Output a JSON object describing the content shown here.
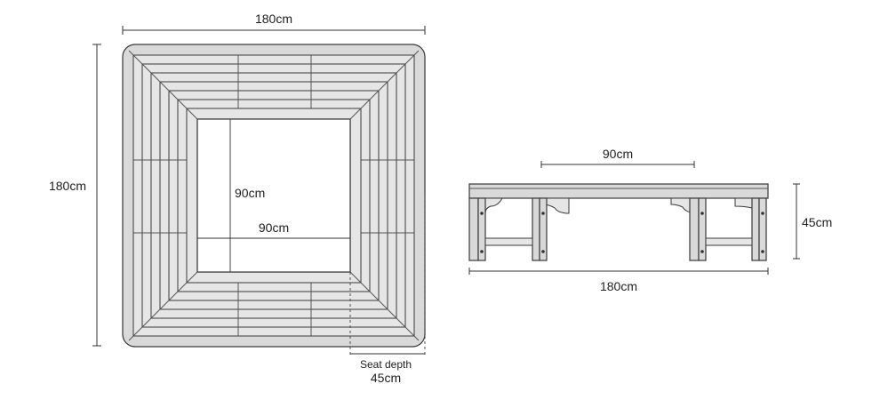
{
  "plan_view": {
    "width_label": "180cm",
    "height_label": "180cm",
    "inner_height_label": "90cm",
    "inner_width_label": "90cm",
    "seat_depth_label": "Seat depth",
    "seat_depth_value": "45cm"
  },
  "side_view": {
    "inner_span_label": "90cm",
    "height_label": "45cm",
    "length_label": "180cm"
  }
}
